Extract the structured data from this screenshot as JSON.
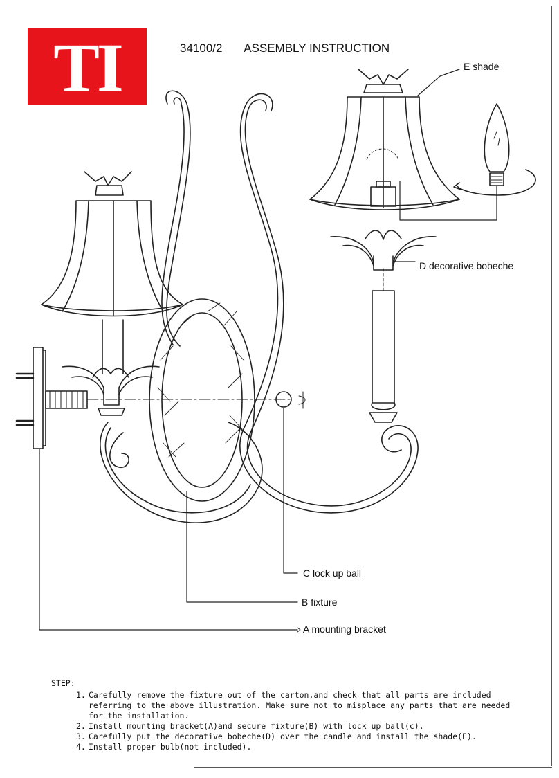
{
  "logo": {
    "text": "TI",
    "color": "#e8141b"
  },
  "header": {
    "model": "34100/2",
    "title": "ASSEMBLY INSTRUCTION"
  },
  "labels": {
    "shade": "E  shade",
    "bobeche": "D   decorative bobeche",
    "lock_ball": "C lock up ball",
    "fixture": "B  fixture",
    "bracket": "A mounting bracket"
  },
  "steps": {
    "title": "STEP:",
    "items": [
      {
        "num": "1.",
        "text": "Carefully remove the fixture out of the carton,and check that all parts are included referring to the above illustration. Make sure not to misplace any parts that are needed for the installation."
      },
      {
        "num": "2.",
        "text": "Install mounting bracket(A)and secure fixture(B) with lock up ball(c)."
      },
      {
        "num": "3.",
        "text": "Carefully put the decorative bobeche(D) over the candle and install the shade(E)."
      },
      {
        "num": "4.",
        "text": "Install proper bulb(not included)."
      }
    ]
  }
}
